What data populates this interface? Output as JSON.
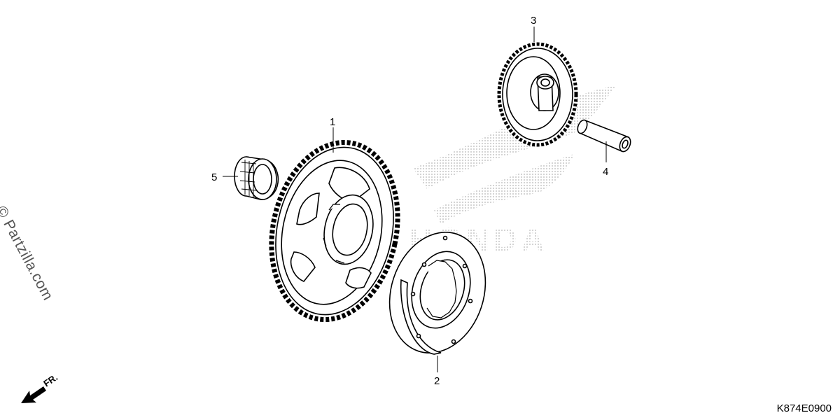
{
  "watermark": "© Partzilla.com",
  "honda_logo_text": "HONDA",
  "diagram_code": "K874E0900",
  "direction_label": "FR.",
  "parts": [
    {
      "number": "1"
    },
    {
      "number": "2"
    },
    {
      "number": "3"
    },
    {
      "number": "4"
    },
    {
      "number": "5"
    }
  ],
  "colors": {
    "line": "#000000",
    "logo_dots": "#b5b5b5",
    "background": "#ffffff"
  }
}
